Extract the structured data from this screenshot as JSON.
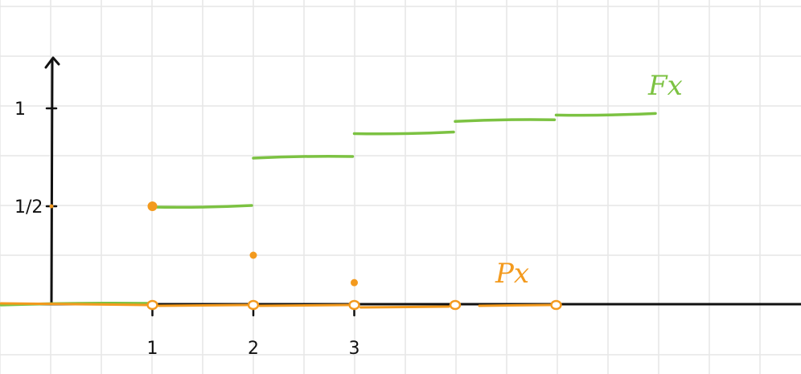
{
  "chart_data": {
    "type": "line",
    "title": "",
    "xlabel": "",
    "ylabel": "",
    "x_ticks": [
      "1",
      "2",
      "3"
    ],
    "y_ticks": [
      "1",
      "1/2"
    ],
    "grid": true,
    "series": [
      {
        "name": "Fx",
        "color": "#7cc242",
        "kind": "step",
        "segments": [
          {
            "x0": -0.5,
            "x1": 1,
            "y": 0
          },
          {
            "x0": 1,
            "x1": 2,
            "y": 0.5
          },
          {
            "x0": 2,
            "x1": 3,
            "y": 0.75
          },
          {
            "x0": 3,
            "x1": 4,
            "y": 0.875
          },
          {
            "x0": 4,
            "x1": 5,
            "y": 0.9375
          },
          {
            "x0": 5,
            "x1": 6,
            "y": 0.97
          }
        ]
      },
      {
        "name": "Px",
        "color": "#f39a1e",
        "kind": "pmf",
        "points": [
          {
            "x": 1,
            "y": 0.5
          },
          {
            "x": 2,
            "y": 0.25
          },
          {
            "x": 3,
            "y": 0.11
          },
          {
            "x": 4,
            "y": 0
          },
          {
            "x": 5,
            "y": 0
          }
        ],
        "hollow_at": [
          1,
          2,
          3,
          4,
          5
        ]
      }
    ]
  },
  "labels": {
    "fx": "Fx",
    "px": "Px"
  }
}
